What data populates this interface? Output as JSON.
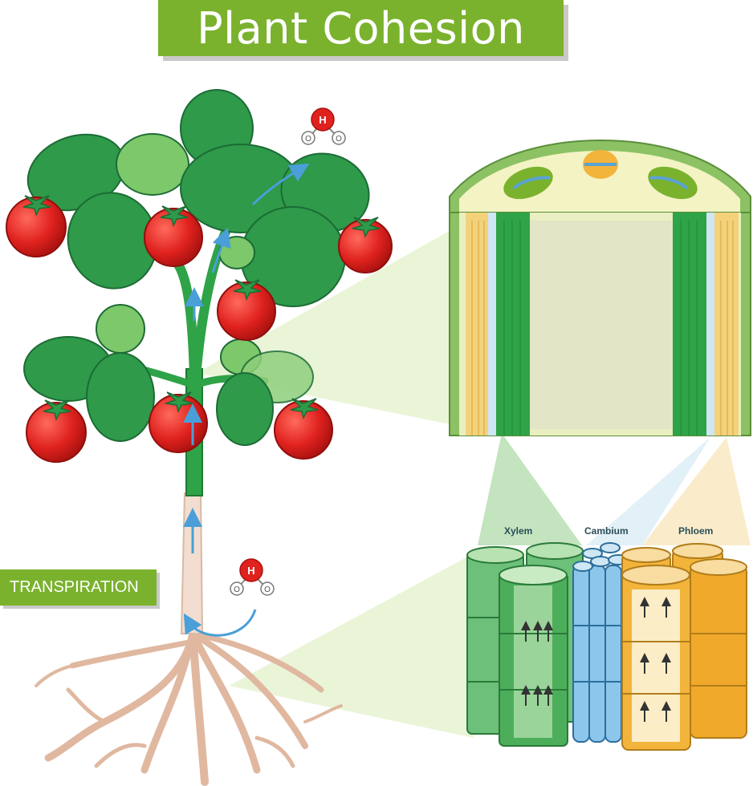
{
  "title": "Plant Cohesion",
  "tag": "TRANSPIRATION",
  "tissues": {
    "xylem": "Xylem",
    "cambium": "Cambium",
    "phloem": "Phloem"
  },
  "molecule_atoms": {
    "hydrogen": "H",
    "oxygen": "O"
  },
  "colors": {
    "banner": "#7ab22d",
    "leaf": "#2e9a4a",
    "tomato": "#e0221f",
    "xylem": "#4cae5a",
    "cambium": "#5aa3d6",
    "phloem": "#f3b43b",
    "water_arrow": "#4a9fd8"
  }
}
